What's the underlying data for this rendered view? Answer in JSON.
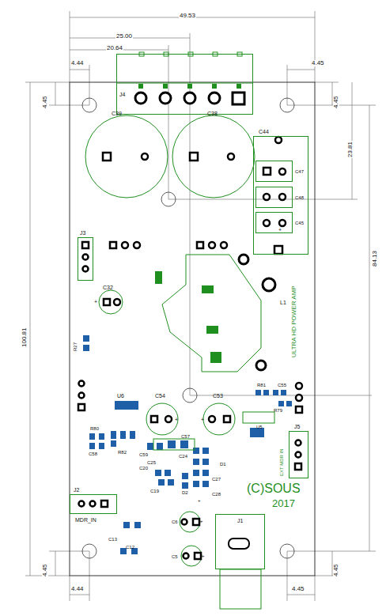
{
  "diagram": {
    "nodes": [
      {
        "text": [
          "J4"
        ]
      },
      {
        "text": [
          "C44"
        ]
      },
      {
        "text": [
          "C47"
        ],
        "in": 1
      },
      {
        "text": [
          "C48"
        ],
        "in": 1
      },
      {
        "text": [
          "C45"
        ],
        "in": 1
      },
      {
        "text": [
          "J3"
        ]
      },
      {
        "text": [
          "J5",
          "EXT MDR IN"
        ]
      },
      {
        "text": [
          "J2",
          "MDR_IN"
        ]
      },
      {
        "text": [
          "J1"
        ]
      }
    ],
    "labels": [
      "49.53",
      "25.00",
      "20.64",
      "4.44",
      "4.45",
      "4.45",
      "4.45",
      "23.81",
      "84.13",
      "100.81",
      "4.45",
      "4.45",
      "4.44",
      "4.45",
      "C39",
      "C38",
      "C32",
      "+",
      "L1",
      "ULTRA HD POWER AMP",
      "R27",
      "U6",
      "C54",
      "+",
      "C53",
      "+",
      "R81",
      "C55",
      "R79",
      "U5",
      "R80",
      "C58",
      "R82",
      "C59",
      "C57",
      "C24",
      "D1",
      "C25",
      "C20",
      "C27",
      "C19",
      "C28",
      "D2",
      "+",
      "(C)SOUS",
      "2017",
      "C6",
      "+",
      "C5",
      "+",
      "C13",
      "C12",
      "+"
    ]
  }
}
